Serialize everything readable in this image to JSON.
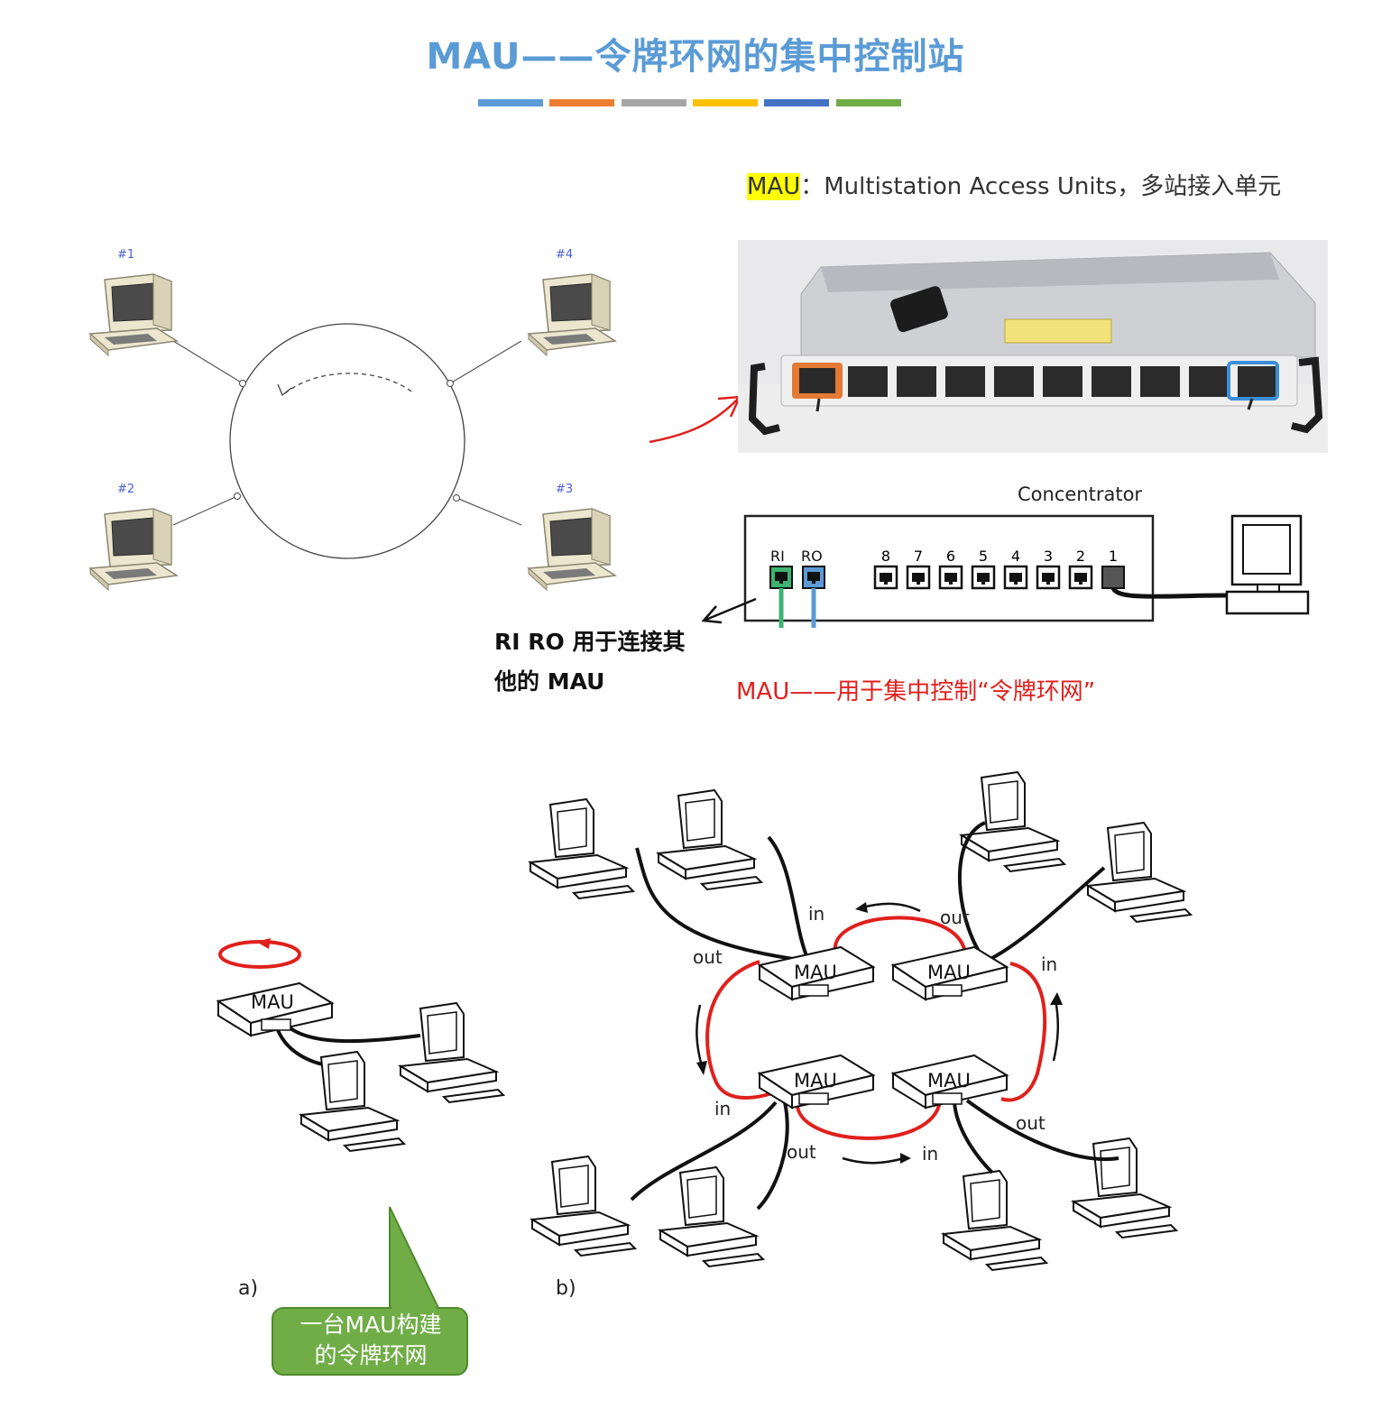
{
  "title": "MAU——令牌环网的集中控制站",
  "title_bar_colors": [
    "#5b9bd5",
    "#ed7d31",
    "#a5a5a5",
    "#ffc000",
    "#4472c4",
    "#70ad47"
  ],
  "definition": {
    "term": "MAU",
    "rest": "：Multistation Access Units，多站接入单元"
  },
  "ring_diagram": {
    "stations": [
      "#1",
      "#4",
      "#2",
      "#3"
    ]
  },
  "concentrator": {
    "label": "Concentrator",
    "ri": "RI",
    "ro": "RO",
    "port_numbers": [
      "8",
      "7",
      "6",
      "5",
      "4",
      "3",
      "2",
      "1"
    ]
  },
  "riro_note": {
    "line1": "RI RO 用于连接其",
    "line2": "他的 MAU"
  },
  "red_note": "MAU——用于集中控制“令牌环网”",
  "figure_a": {
    "label": "a)",
    "mau": "MAU",
    "callout": {
      "line1": "一台MAU构建",
      "line2": "的令牌环网"
    }
  },
  "figure_b": {
    "label": "b)",
    "maus": [
      "MAU",
      "MAU",
      "MAU",
      "MAU"
    ],
    "ports": {
      "in_top": "in",
      "out_top": "out",
      "out_left": "out",
      "in_right": "in",
      "in_left": "in",
      "out_right": "out",
      "out_bottom": "out",
      "in_bottom": "in"
    }
  },
  "colors": {
    "title_blue": "#5b9bd5",
    "ring_red": "#e0201c",
    "callout_green": "#70ad47",
    "highlight_yellow": "#ffff00"
  }
}
